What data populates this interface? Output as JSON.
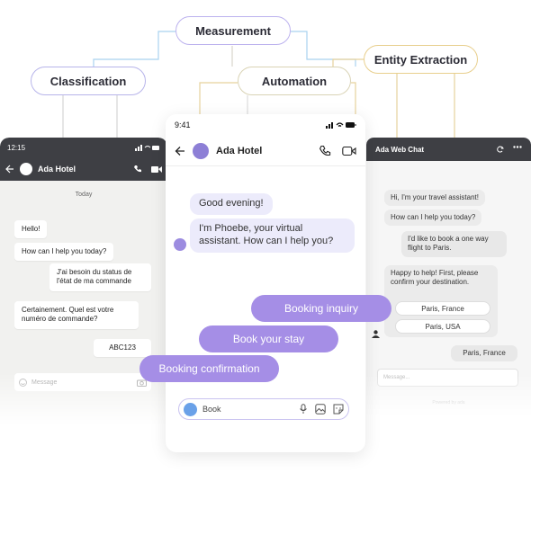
{
  "labels": {
    "measurement": "Measurement",
    "classification": "Classification",
    "automation": "Automation",
    "entity_extraction": "Entity Extraction"
  },
  "left_phone": {
    "time": "12:15",
    "title": "Ada Hotel",
    "date": "Today",
    "messages": [
      "Hello!",
      "How can I help you today?",
      "J'ai besoin du status de l'état de ma commande",
      "Certainement. Quel est votre numéro de commande?",
      "ABC123"
    ],
    "input_placeholder": "Message"
  },
  "center_phone": {
    "time": "9:41",
    "title": "Ada Hotel",
    "messages": [
      "Good evening!",
      "I'm Phoebe, your virtual assistant. How can I help you?"
    ],
    "input_value": "Book"
  },
  "right_widget": {
    "title": "Ada Web Chat",
    "messages": [
      "Hi, I'm your travel assistant!",
      "How can I help you today?",
      "I'd like to book a one way flight to Paris.",
      "Happy to help! First, please confirm your destination."
    ],
    "options": [
      "Paris, France",
      "Paris, USA"
    ],
    "user_reply": "Paris, France",
    "input_placeholder": "Message...",
    "powered_by": "Powered by",
    "brand": "ada"
  },
  "intents": [
    "Booking inquiry",
    "Book your stay",
    "Booking confirmation"
  ],
  "colors": {
    "accent_purple": "#a58ee6",
    "header_dark": "#3e3f44",
    "bubble_lavender": "#ecebfb"
  }
}
